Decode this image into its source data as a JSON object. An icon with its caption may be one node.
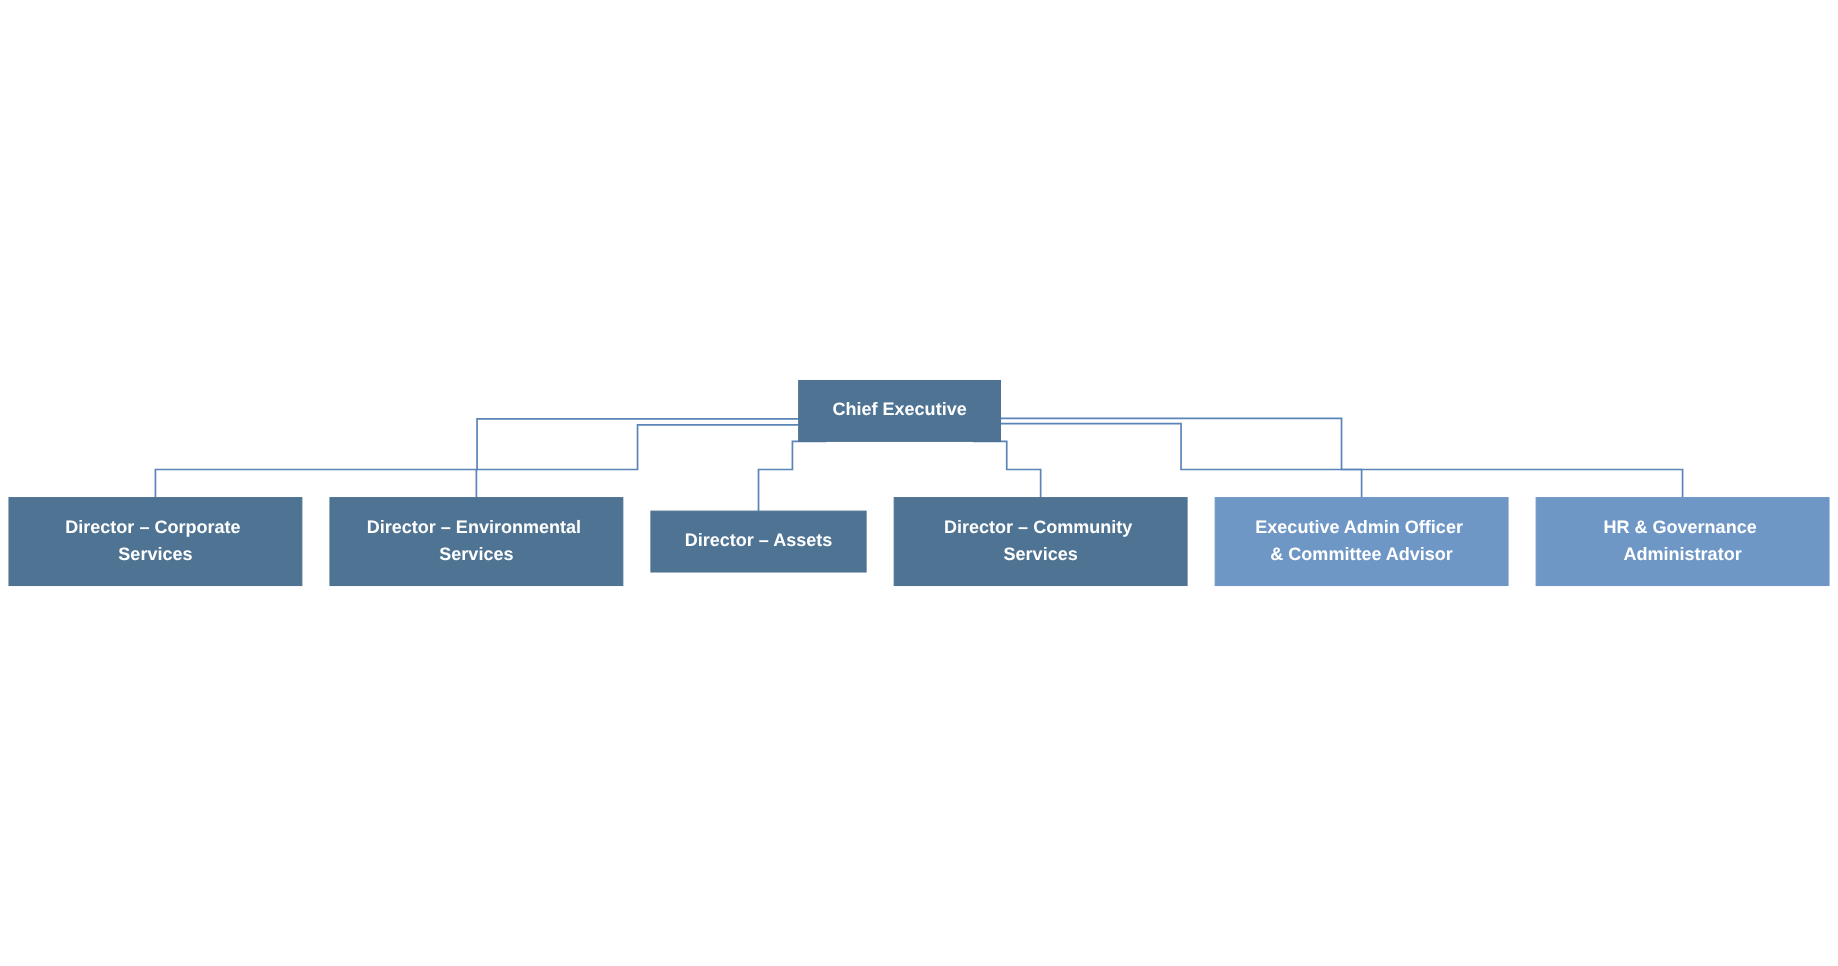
{
  "diagram": {
    "nodes": [
      {
        "text": [
          "Chief Executive"
        ]
      },
      {
        "text": [
          "Director – Corporate Services"
        ]
      },
      {
        "text": [
          "Director – Environmental Services"
        ]
      },
      {
        "text": [
          "Director – Assets"
        ]
      },
      {
        "text": [
          "Director – Community Services"
        ]
      },
      {
        "text": [
          "Executive Admin Officer & Committee Advisor"
        ]
      },
      {
        "text": [
          "HR & Governance Administrator"
        ]
      }
    ],
    "edges": [
      {
        "from": 0,
        "to": 1,
        "arrow": "none"
      },
      {
        "from": 0,
        "to": 2,
        "arrow": "none"
      },
      {
        "from": 0,
        "to": 3,
        "arrow": "none"
      },
      {
        "from": 0,
        "to": 4,
        "arrow": "none"
      },
      {
        "from": 0,
        "to": 5,
        "arrow": "none"
      },
      {
        "from": 0,
        "to": 6,
        "arrow": "none"
      }
    ]
  }
}
